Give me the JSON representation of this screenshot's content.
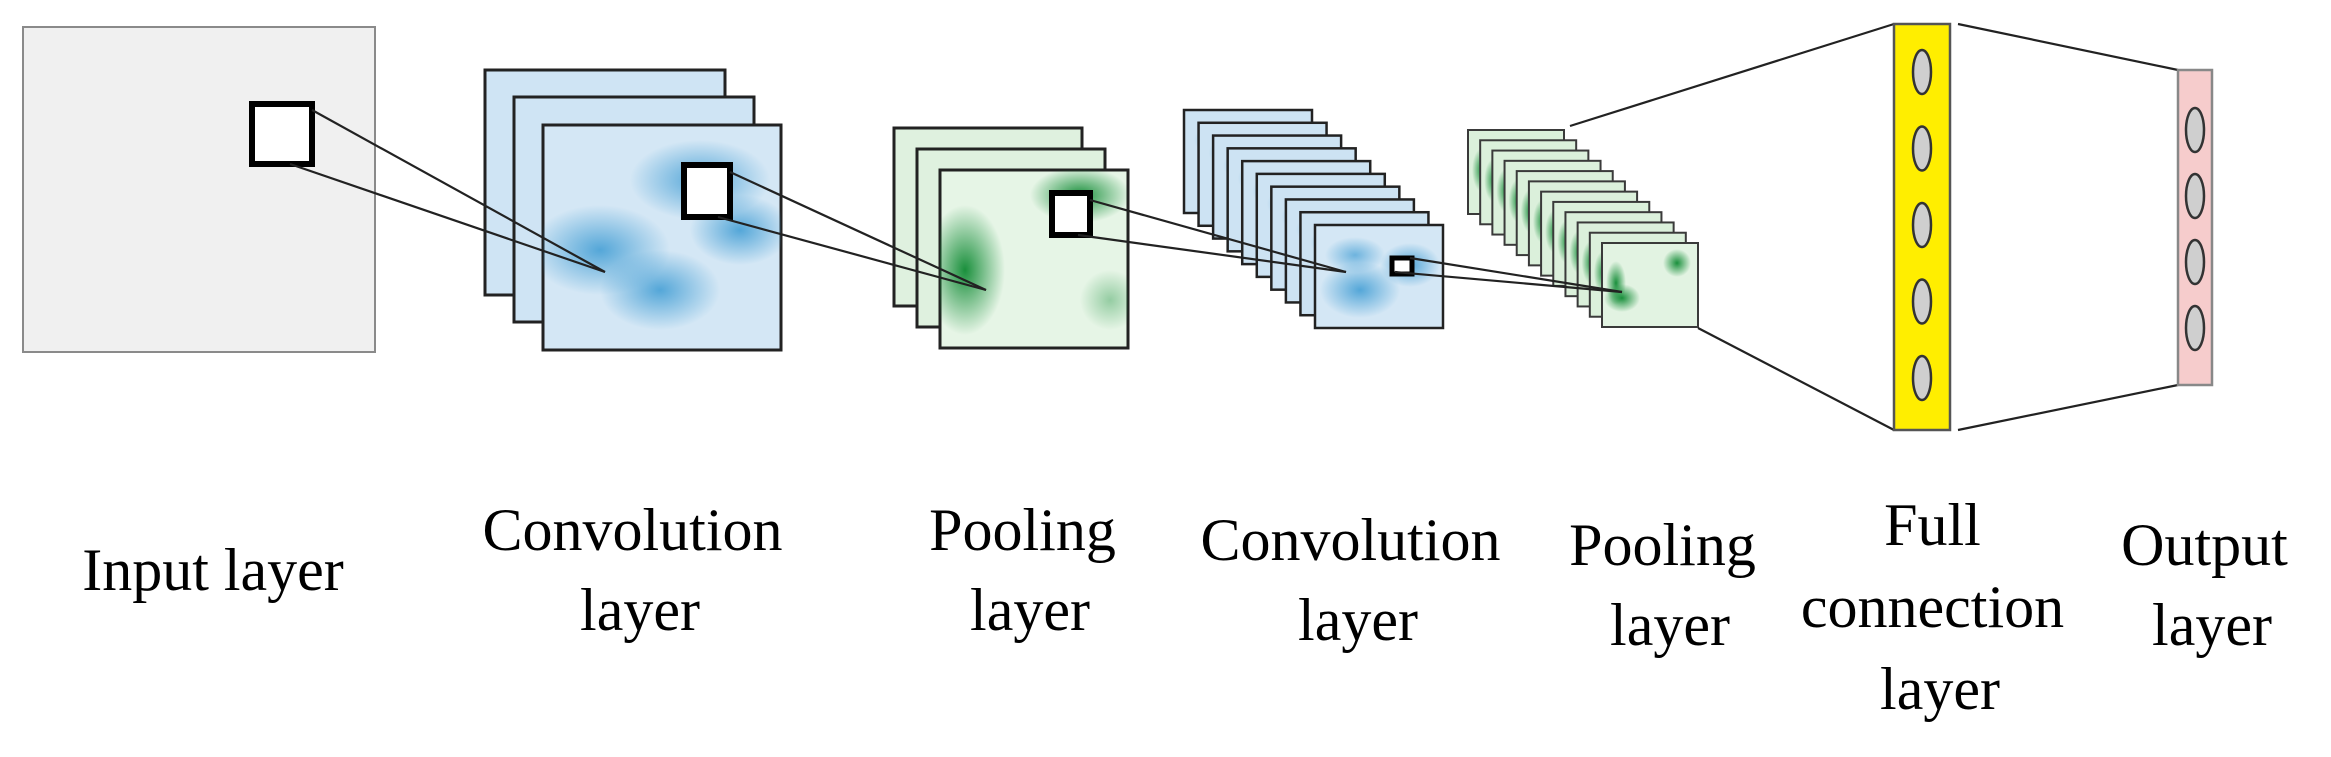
{
  "labels": {
    "input": [
      "Input layer"
    ],
    "conv1": [
      "Convolution",
      "layer"
    ],
    "pool1": [
      "Pooling",
      "layer"
    ],
    "conv2": [
      "Convolution",
      "layer"
    ],
    "pool2": [
      "Pooling",
      "layer"
    ],
    "fc": [
      "Full",
      "connection",
      "layer"
    ],
    "output": [
      "Output",
      "layer"
    ]
  },
  "colors": {
    "input_fill": "#f0f0f0",
    "conv_fill": "#d4e7f5",
    "conv_accent": "#4aa3d6",
    "pool_fill": "#e2f3e2",
    "pool_accent": "#1e8f3a",
    "fc_fill": "#ffee00",
    "output_fill": "#f6cccc",
    "node_fill": "#cfcfcf",
    "stroke": "#222222"
  },
  "structure": {
    "conv1_maps": 3,
    "pool1_maps": 3,
    "conv2_maps": 10,
    "pool2_maps": 12,
    "fc_nodes": 5,
    "output_nodes": 4
  }
}
